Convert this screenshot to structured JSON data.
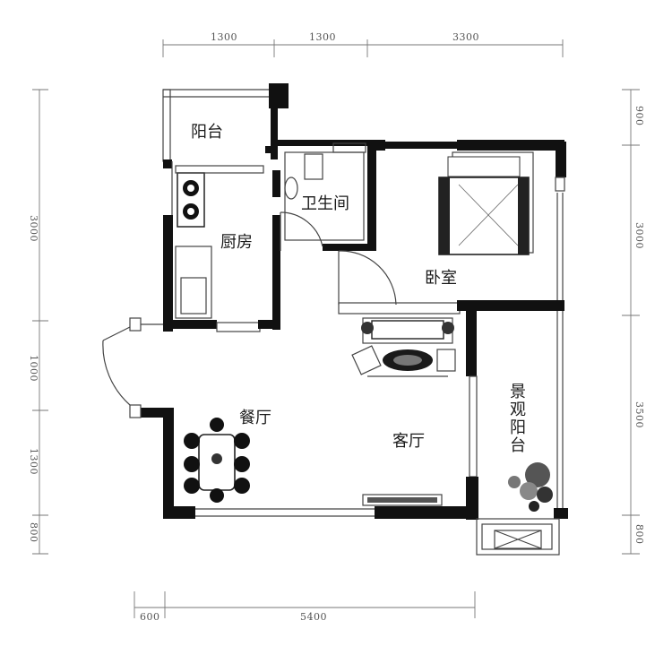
{
  "rooms": {
    "balcony": "阳台",
    "bathroom": "卫生间",
    "kitchen": "厨房",
    "bedroom": "卧室",
    "dining": "餐厅",
    "living": "客厅",
    "view_balcony": [
      "景",
      "观",
      "阳",
      "台"
    ]
  },
  "dimensions": {
    "top": [
      "1300",
      "1300",
      "3300"
    ],
    "bottom": [
      "600",
      "5400"
    ],
    "left": [
      "3000",
      "1000",
      "1300",
      "800"
    ],
    "right": [
      "900",
      "3000",
      "3500",
      "800"
    ]
  },
  "colors": {
    "wall": "#111111",
    "line": "#444444",
    "dim": "#777777"
  }
}
